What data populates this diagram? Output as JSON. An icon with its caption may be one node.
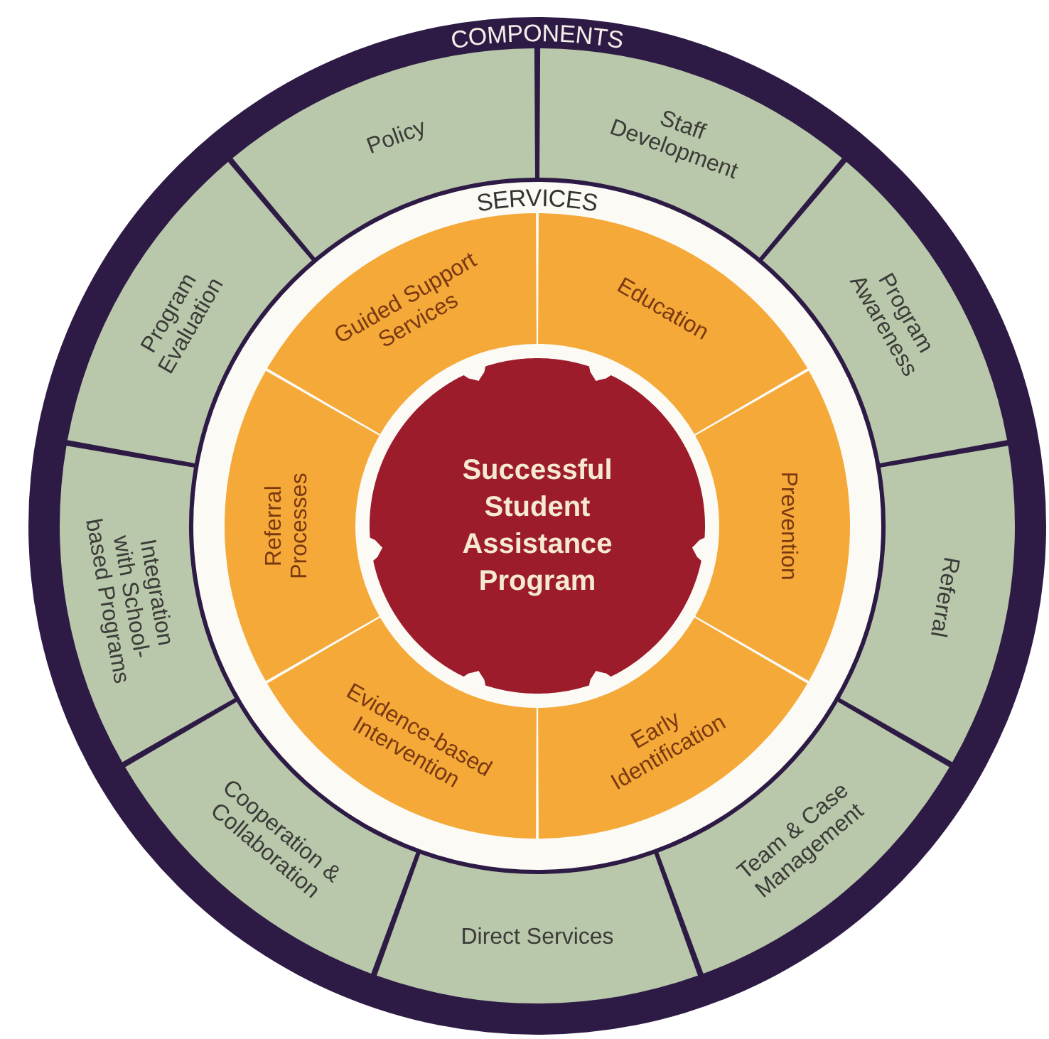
{
  "diagram": {
    "nodes": [
      {
        "text": [
          "COMPONENTS"
        ]
      },
      {
        "text": [
          "Policy"
        ],
        "in": 0
      },
      {
        "text": [
          "Staff Development"
        ],
        "in": 0
      },
      {
        "text": [
          "Program Awareness"
        ],
        "in": 0
      },
      {
        "text": [
          "Referral"
        ],
        "in": 0
      },
      {
        "text": [
          "Team & Case Management"
        ],
        "in": 0
      },
      {
        "text": [
          "Direct Services"
        ],
        "in": 0
      },
      {
        "text": [
          "Cooperation & Collaboration"
        ],
        "in": 0
      },
      {
        "text": [
          "Integration with School-based Programs"
        ],
        "in": 0
      },
      {
        "text": [
          "Program Evaluation"
        ],
        "in": 0
      },
      {
        "text": [
          "SERVICES"
        ],
        "in": 0
      },
      {
        "text": [
          "Guided Support Services"
        ],
        "in": 10
      },
      {
        "text": [
          "Education"
        ],
        "in": 10
      },
      {
        "text": [
          "Prevention"
        ],
        "in": 10
      },
      {
        "text": [
          "Early Identification"
        ],
        "in": 10
      },
      {
        "text": [
          "Evidence-based Intervention"
        ],
        "in": 10
      },
      {
        "text": [
          "Referral Processes"
        ],
        "in": 10
      },
      {
        "text": [
          "Successful Student Assistance Program"
        ],
        "in": 10
      }
    ]
  }
}
